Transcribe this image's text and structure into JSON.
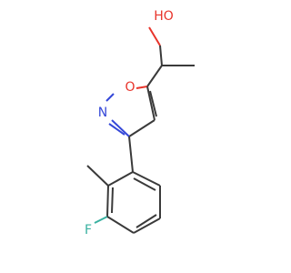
{
  "molecule": {
    "atoms": {
      "hydroxyl": {
        "label": "HO",
        "color": "#e8342b"
      },
      "ring_oxygen": {
        "label": "O",
        "color": "#e8342b"
      },
      "ring_nitrogen": {
        "label": "N",
        "color": "#3548d8"
      },
      "fluorine": {
        "label": "F",
        "color": "#38b0a0"
      }
    },
    "bond_color": "#3a3a3a"
  }
}
